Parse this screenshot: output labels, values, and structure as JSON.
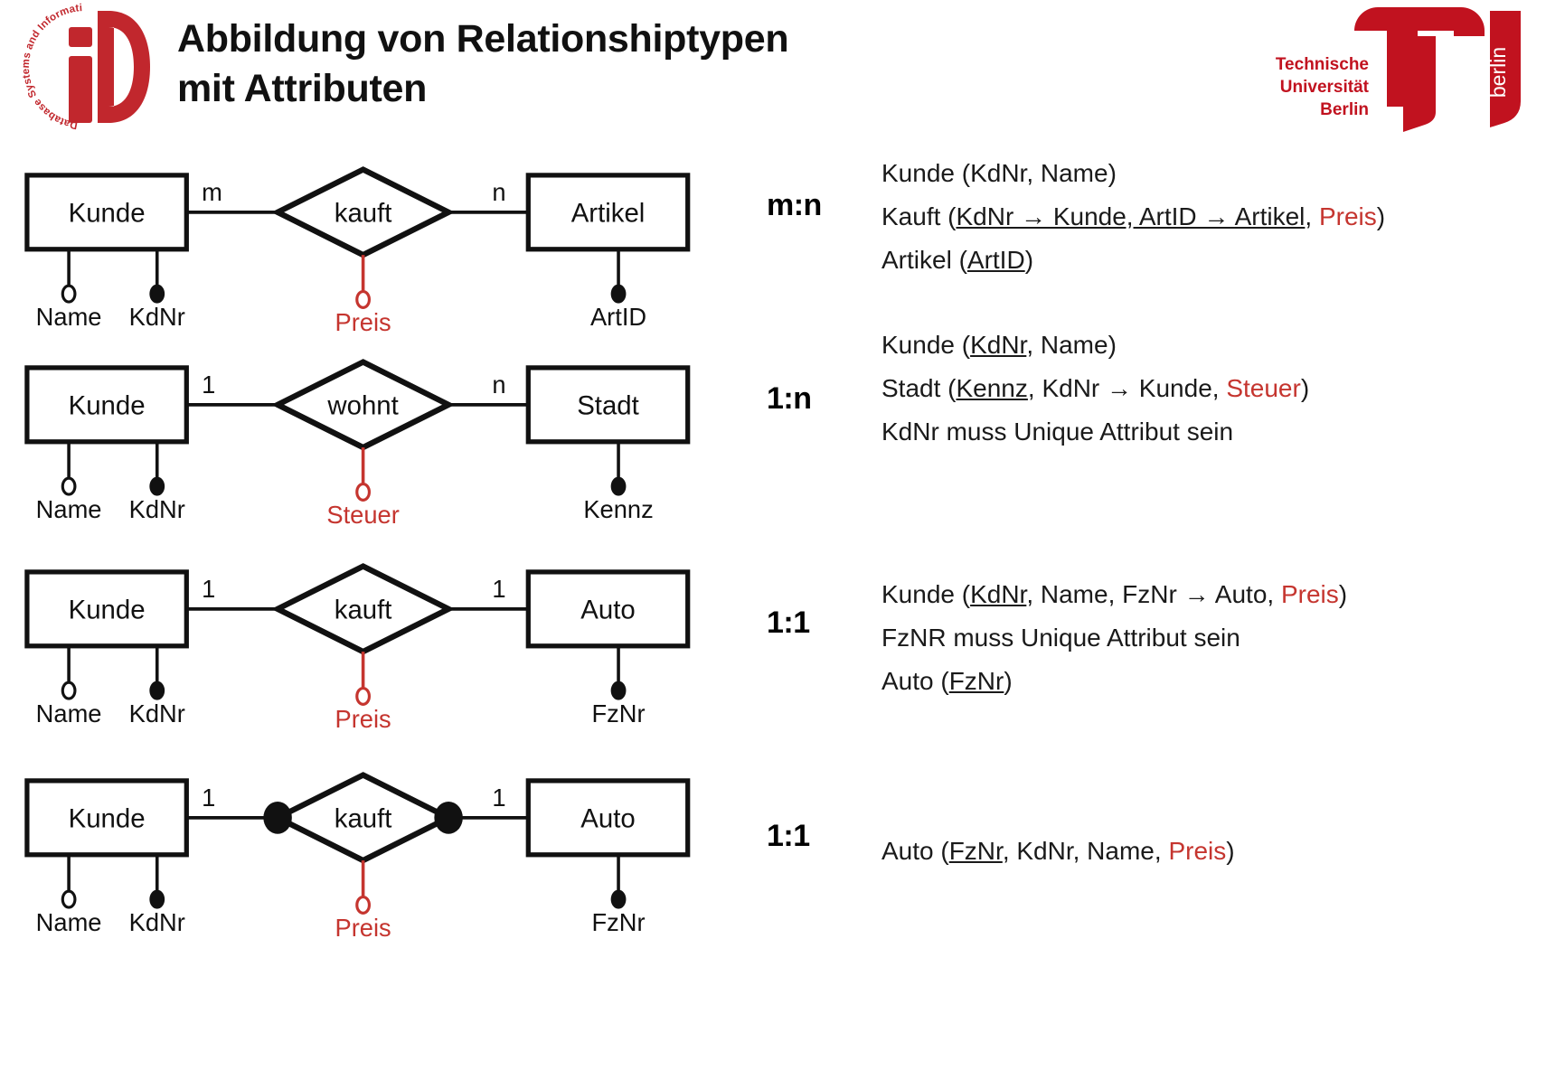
{
  "header": {
    "title": "Abbildung von Relationshiptypen\nmit Attributen",
    "dbis_logo_text": "Database Systems and Information Management",
    "tu_logo": {
      "line1": "Technische",
      "line2": "Universität",
      "line3": "Berlin",
      "mark_text": "berlin"
    }
  },
  "colors": {
    "accent_red": "#c5352f",
    "ink": "#1a1a1a",
    "tu_red": "#c1121f"
  },
  "rows": [
    {
      "id": "row-mn",
      "cardinality": "m:n",
      "diagram": {
        "left_entity": "Kunde",
        "relationship": "kauft",
        "right_entity": "Artikel",
        "left_card": "m",
        "right_card": "n",
        "left_attributes": [
          {
            "label": "Name",
            "key": false
          },
          {
            "label": "KdNr",
            "key": true
          }
        ],
        "relationship_attribute": {
          "label": "Preis",
          "key": false,
          "color": "#c5352f"
        },
        "right_attributes": [
          {
            "label": "ArtID",
            "key": true
          }
        ],
        "total_participation": false
      },
      "schema_lines": [
        [
          {
            "t": "Kunde (KdNr, Name)",
            "u": false,
            "red": false
          }
        ],
        [
          {
            "t": "Kauft (",
            "u": false,
            "red": false
          },
          {
            "t": "KdNr → Kunde, ArtID → Artikel",
            "u": true,
            "red": false
          },
          {
            "t": ", ",
            "u": false,
            "red": false
          },
          {
            "t": "Preis",
            "u": false,
            "red": true
          },
          {
            "t": ")",
            "u": false,
            "red": false
          }
        ],
        [
          {
            "t": "Artikel (",
            "u": false,
            "red": false
          },
          {
            "t": "ArtID",
            "u": true,
            "red": false
          },
          {
            "t": ")",
            "u": false,
            "red": false
          }
        ]
      ]
    },
    {
      "id": "row-1n",
      "cardinality": "1:n",
      "diagram": {
        "left_entity": "Kunde",
        "relationship": "wohnt",
        "right_entity": "Stadt",
        "left_card": "1",
        "right_card": "n",
        "left_attributes": [
          {
            "label": "Name",
            "key": false
          },
          {
            "label": "KdNr",
            "key": true
          }
        ],
        "relationship_attribute": {
          "label": "Steuer",
          "key": false,
          "color": "#c5352f"
        },
        "right_attributes": [
          {
            "label": "Kennz",
            "key": true
          }
        ],
        "total_participation": false
      },
      "schema_lines": [
        [
          {
            "t": "Kunde (",
            "u": false,
            "red": false
          },
          {
            "t": "KdNr",
            "u": true,
            "red": false
          },
          {
            "t": ", Name)",
            "u": false,
            "red": false
          }
        ],
        [
          {
            "t": "Stadt (",
            "u": false,
            "red": false
          },
          {
            "t": "Kennz",
            "u": true,
            "red": false
          },
          {
            "t": ", KdNr → Kunde, ",
            "u": false,
            "red": false
          },
          {
            "t": "Steuer",
            "u": false,
            "red": true
          },
          {
            "t": ")",
            "u": false,
            "red": false
          }
        ],
        [
          {
            "t": "KdNr muss Unique Attribut sein",
            "u": false,
            "red": false
          }
        ]
      ]
    },
    {
      "id": "row-11-a",
      "cardinality": "1:1",
      "diagram": {
        "left_entity": "Kunde",
        "relationship": "kauft",
        "right_entity": "Auto",
        "left_card": "1",
        "right_card": "1",
        "left_attributes": [
          {
            "label": "Name",
            "key": false
          },
          {
            "label": "KdNr",
            "key": true
          }
        ],
        "relationship_attribute": {
          "label": "Preis",
          "key": false,
          "color": "#c5352f"
        },
        "right_attributes": [
          {
            "label": "FzNr",
            "key": true
          }
        ],
        "total_participation": false
      },
      "schema_lines": [
        [
          {
            "t": "Kunde (",
            "u": false,
            "red": false
          },
          {
            "t": "KdNr",
            "u": true,
            "red": false
          },
          {
            "t": ", Name, FzNr → Auto, ",
            "u": false,
            "red": false
          },
          {
            "t": "Preis",
            "u": false,
            "red": true
          },
          {
            "t": ")",
            "u": false,
            "red": false
          }
        ],
        [
          {
            "t": "FzNR muss Unique Attribut sein",
            "u": false,
            "red": false
          }
        ],
        [
          {
            "t": "Auto (",
            "u": false,
            "red": false
          },
          {
            "t": "FzNr",
            "u": true,
            "red": false
          },
          {
            "t": ")",
            "u": false,
            "red": false
          }
        ]
      ]
    },
    {
      "id": "row-11-b",
      "cardinality": "1:1",
      "diagram": {
        "left_entity": "Kunde",
        "relationship": "kauft",
        "right_entity": "Auto",
        "left_card": "1",
        "right_card": "1",
        "left_attributes": [
          {
            "label": "Name",
            "key": false
          },
          {
            "label": "KdNr",
            "key": true
          }
        ],
        "relationship_attribute": {
          "label": "Preis",
          "key": false,
          "color": "#c5352f"
        },
        "right_attributes": [
          {
            "label": "FzNr",
            "key": true
          }
        ],
        "total_participation": true
      },
      "schema_lines": [
        [
          {
            "t": "Auto (",
            "u": false,
            "red": false
          },
          {
            "t": "FzNr",
            "u": true,
            "red": false
          },
          {
            "t": ", KdNr, Name, ",
            "u": false,
            "red": false
          },
          {
            "t": "Preis",
            "u": false,
            "red": true
          },
          {
            "t": ")",
            "u": false,
            "red": false
          }
        ]
      ]
    }
  ]
}
